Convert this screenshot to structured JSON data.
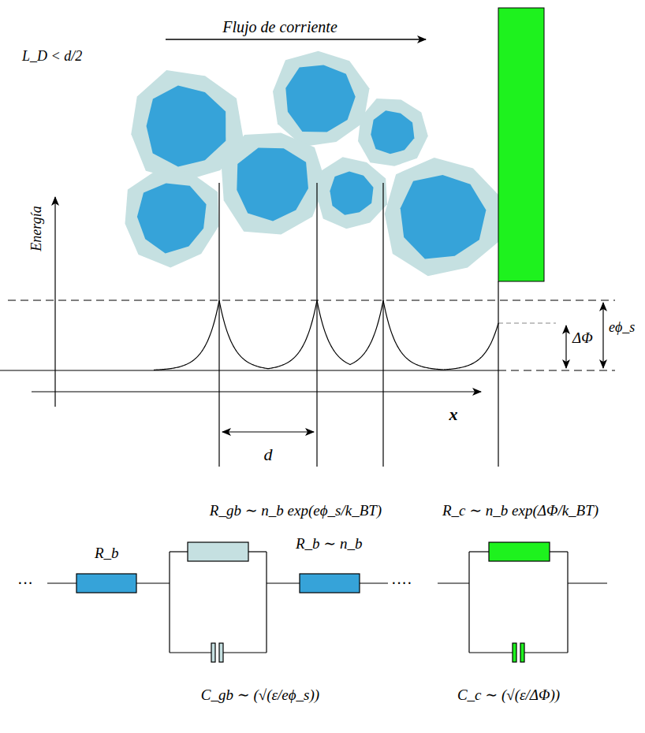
{
  "diagram": {
    "labels": [
      "Flujo de corriente",
      "L_D < d/2",
      "Energía",
      "x",
      "d",
      "ΔΦ",
      "eϕ_s",
      "R_gb ∼ n_b exp(eϕ_s/k_BT)",
      "R_c ∼ n_b exp(ΔΦ/k_BT)",
      "R_b",
      "R_b ∼ n_b",
      "···",
      "····",
      "C_gb ∼ (√(ε/eϕ_s))",
      "C_c ∼ (√(ε/ΔΦ))"
    ]
  }
}
